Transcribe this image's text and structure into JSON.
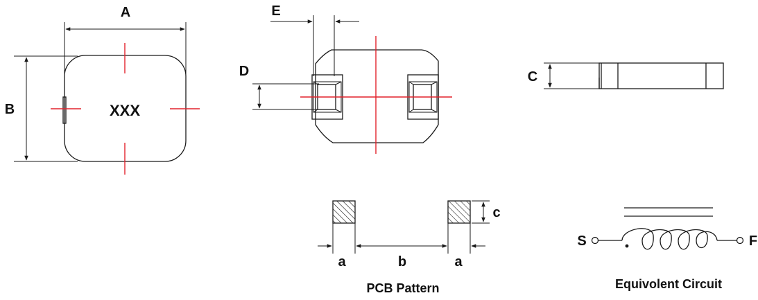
{
  "top_view": {
    "dim_width": "A",
    "dim_height": "B",
    "marking": "XXX"
  },
  "bottom_view": {
    "dim_terminal_width": "E",
    "dim_terminal_height": "D"
  },
  "side_view": {
    "dim_thickness": "C"
  },
  "pcb_pattern": {
    "dim_pad_width_left": "a",
    "dim_pad_gap": "b",
    "dim_pad_width_right": "a",
    "dim_pad_height": "c",
    "caption": "PCB Pattern"
  },
  "circuit": {
    "start_terminal": "S",
    "finish_terminal": "F",
    "caption": "Equivolent Circuit"
  },
  "colors": {
    "centerline": "#e2222b",
    "outline": "#1a1a1a"
  }
}
